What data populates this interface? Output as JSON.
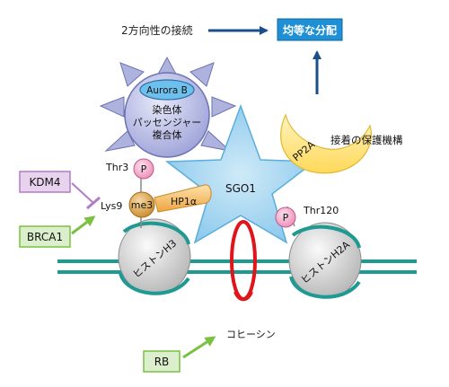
{
  "labels": {
    "bidirectional_connection": "2方向性の接続",
    "equal_distribution": "均等な分配",
    "aurora_b": "Aurora B",
    "cpc_line1": "染色体",
    "cpc_line2": "パッセンジャー",
    "cpc_line3": "複合体",
    "cohesion_protection": "接着の保護機構",
    "pp2a": "PP2A",
    "sgo1": "SGO1",
    "thr3": "Thr3",
    "thr120": "Thr120",
    "phospho_left": "P",
    "phospho_right": "P",
    "lys9": "Lys9",
    "me3": "me3",
    "hp1": "HP1α",
    "kdm4": "KDM4",
    "brca1": "BRCA1",
    "histone_h3": "ヒストンH3",
    "histone_h2a": "ヒストンH2A",
    "cohesin": "コヒーシン",
    "rb": "RB"
  },
  "colors": {
    "arrow_blue": "#1a4f8c",
    "box_blue": "#1f8fd6",
    "dna_teal": "#1e9a93",
    "kdm4_purple": "#b07cc6",
    "kdm4_fill": "#e8d3ee",
    "green": "#7ac142",
    "green_fill": "#dcefcc",
    "sgo1_fill": "#9fd3f0",
    "crescent_fill": "#ffe27a",
    "phospho_fill": "#f4a6c6",
    "me3_fill": "#e0a84a",
    "hp1_fill": "#f6c26a",
    "cohesin_red": "#e0141b",
    "aurora_fill": "#b9bde6"
  }
}
